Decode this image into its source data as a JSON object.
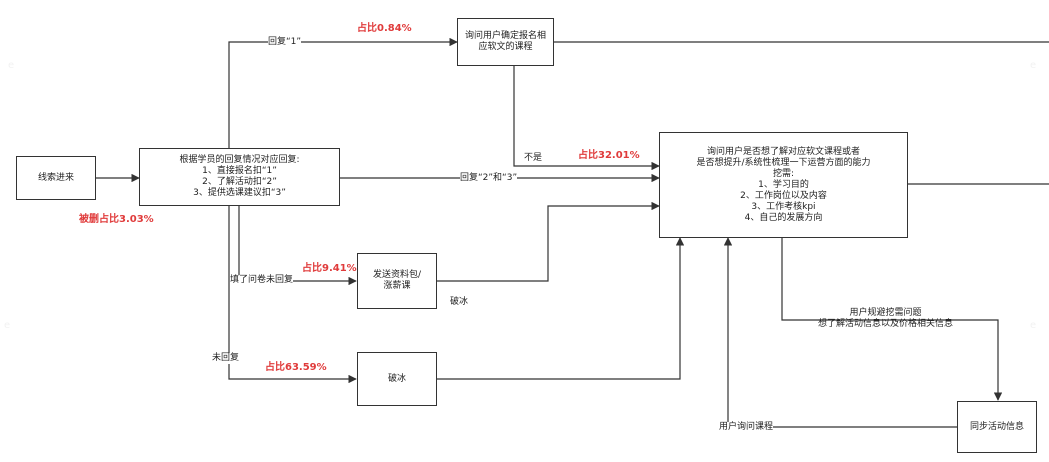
{
  "nodes": {
    "lead_in": "线索进来",
    "reply_sort": "根据学员的回复情况对应回复:\n1、直接报名扣“1”\n2、了解活动扣“2”\n3、提供选课建议扣“3”",
    "confirm_course": "询问用户确定报名相\n应软文的课程",
    "ask_user": "询问用户是否想了解对应软文课程或者\n是否想提升/系统性梳理一下运营方面的能力\n挖需:\n1、学习目的\n2、工作岗位以及内容\n3、工作考核kpi\n4、自己的发展方向",
    "send_pack": "发送资料包/\n涨薪课",
    "break_ice": "破冰",
    "sync_activity": "同步活动信息"
  },
  "edge_labels": {
    "reply1": "回复“1”",
    "not_yes": "不是",
    "reply23": "回复“2”和“3”",
    "filled_no_reply": "填了问卷未回复",
    "no_reply": "未回复",
    "break_ice_text": "破冰",
    "avoid_question": "用户规避挖需问题\n想了解活动信息以及价格相关信息",
    "ask_course": "用户询问课程"
  },
  "percentages": {
    "p1": "占比0.84%",
    "p2": "占比32.01%",
    "p3": "占比9.41%",
    "p4": "占比63.59%",
    "deleted": "被删占比3.03%"
  },
  "colors": {
    "line": "#333333",
    "highlight": "#e03b3b"
  }
}
